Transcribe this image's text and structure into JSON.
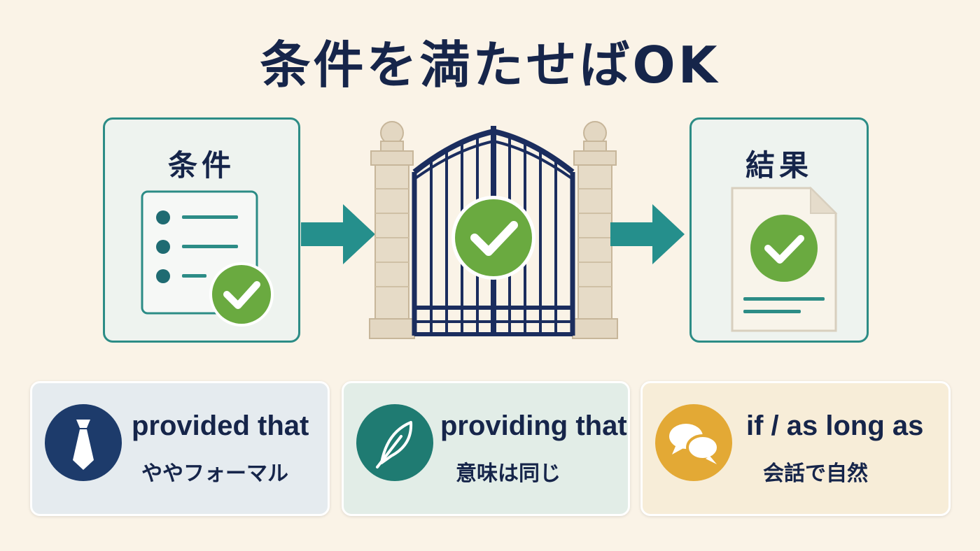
{
  "title": "条件を満たせばOK",
  "flow": {
    "condition_label": "条件",
    "result_label": "結果"
  },
  "cards": [
    {
      "main": "provided that",
      "sub": "ややフォーマル",
      "icon": "necktie-icon",
      "color": "#1d3b6b"
    },
    {
      "main": "providing that",
      "sub": "意味は同じ",
      "icon": "feather-icon",
      "color": "#1f7b72"
    },
    {
      "main": "if / as long as",
      "sub": "会話で自然",
      "icon": "speech-bubbles-icon",
      "color": "#e3a935"
    }
  ],
  "colors": {
    "navy": "#16254a",
    "teal": "#2c8c86",
    "green": "#6aaa40",
    "background": "#faf3e7"
  }
}
